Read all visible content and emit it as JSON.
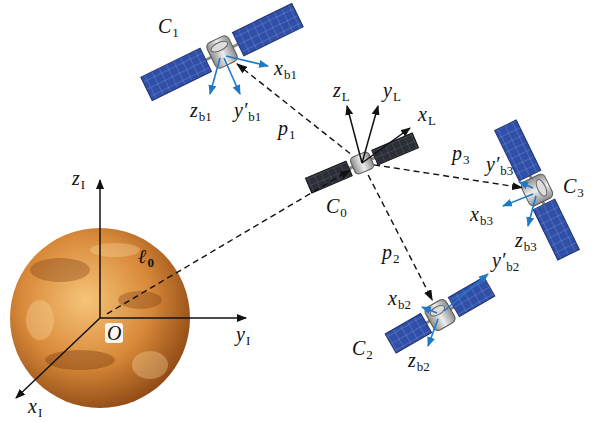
{
  "diagram": {
    "nodes": [
      {
        "text": [
          "C1"
        ]
      },
      {
        "text": [
          "C0"
        ]
      },
      {
        "text": [
          "C3"
        ]
      },
      {
        "text": [
          "O"
        ]
      },
      {
        "text": [
          "C2"
        ]
      }
    ],
    "edges": [
      {
        "from": 1,
        "to": 0,
        "arrow": "to",
        "label": "p1"
      },
      {
        "from": 1,
        "to": 4,
        "arrow": "to",
        "label": "p2"
      },
      {
        "from": 1,
        "to": 2,
        "arrow": "to",
        "label": "p3"
      },
      {
        "from": 3,
        "to": 1,
        "arrow": "to",
        "label": "ℓ0"
      }
    ],
    "labels": [
      "xb1",
      "zL",
      "yL",
      "zb1",
      "y′b1",
      "xL",
      "y′b3",
      "zI",
      "xb3",
      "zb3",
      "xb2",
      "y′b2",
      "yI",
      "zb2",
      "xI"
    ]
  }
}
